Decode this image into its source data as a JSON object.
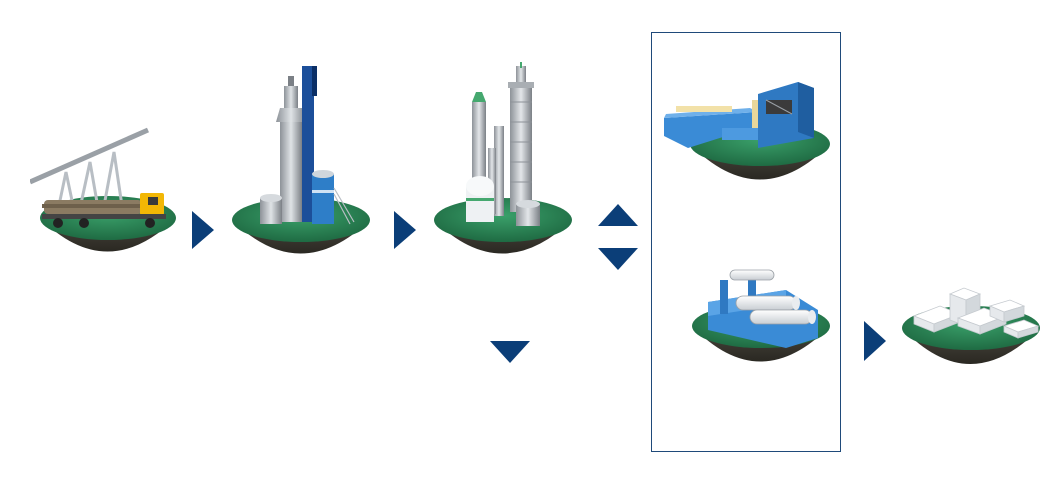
{
  "diagram": {
    "stages": [
      {
        "id": "wood-delivery",
        "icon": "log-truck-crane-icon"
      },
      {
        "id": "pulp-digester",
        "icon": "digester-tower-icon"
      },
      {
        "id": "bleaching-plant",
        "icon": "bleach-tanks-icon"
      },
      {
        "id": "paper-machine",
        "icon": "paper-machine-icon"
      },
      {
        "id": "reel-winder",
        "icon": "roll-winder-icon"
      },
      {
        "id": "finished-paper",
        "icon": "paper-stacks-icon"
      }
    ],
    "colors": {
      "arrow": "#0b3e78",
      "grass": "#2f8a5a",
      "soil": "#3c3a33",
      "machine_blue": "#3a8bd6",
      "frame": "#1f4a7a"
    }
  }
}
